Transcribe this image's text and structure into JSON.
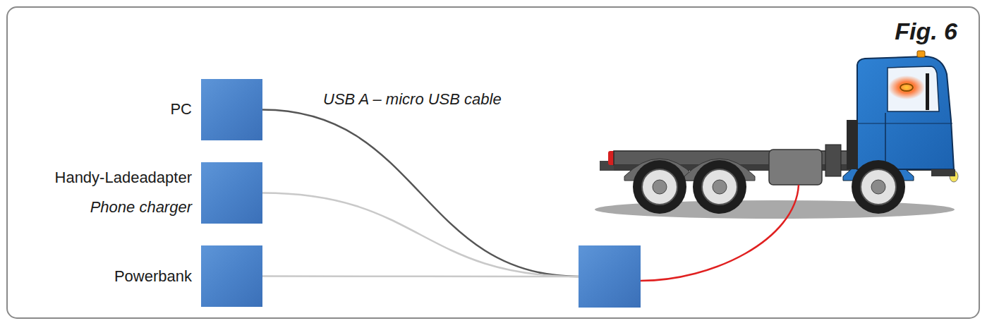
{
  "diagram": {
    "nodes": [
      {
        "text": [
          "PC"
        ]
      },
      {
        "text": [
          "Handy-Ladeadapter",
          "Phone charger"
        ]
      },
      {
        "text": [
          "Powerbank"
        ]
      },
      {
        "text": []
      }
    ],
    "edges": [
      {
        "from": 0,
        "to": 3,
        "arrow": "none",
        "label": "USB A – micro USB cable"
      },
      {
        "from": 1,
        "to": 3,
        "arrow": "none"
      },
      {
        "from": 2,
        "to": 3,
        "arrow": "none"
      }
    ],
    "labels": [
      "Fig. 6"
    ]
  }
}
